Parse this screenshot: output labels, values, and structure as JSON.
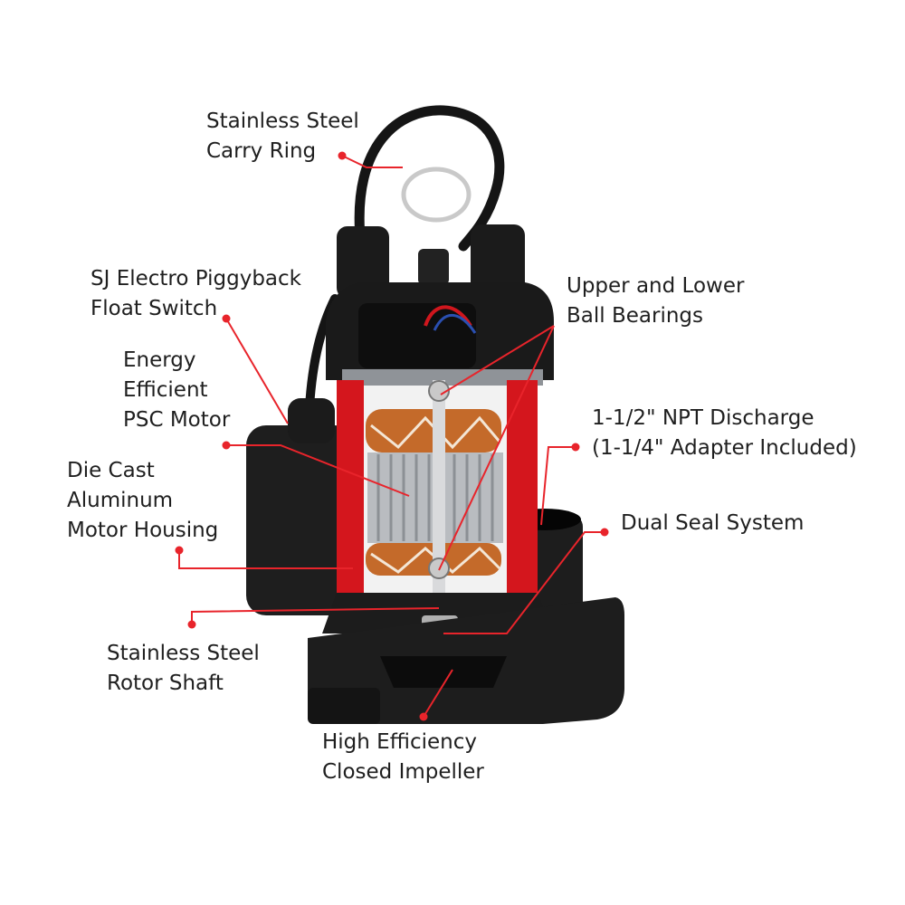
{
  "colors": {
    "leader": "#e8242b",
    "housing_red": "#d4161d",
    "plastic_black": "#1b1b1b",
    "stator_silver": "#b9bcc0",
    "copper": "#c46a2a"
  },
  "labels": {
    "carry_ring": [
      "Stainless Steel",
      "Carry Ring"
    ],
    "float_switch": [
      "SJ Electro Piggyback",
      "Float Switch"
    ],
    "motor": [
      "Energy",
      "Efficient",
      "PSC Motor"
    ],
    "housing": [
      "Die Cast",
      "Aluminum",
      "Motor Housing"
    ],
    "rotor_shaft": [
      "Stainless Steel",
      "Rotor Shaft"
    ],
    "impeller": [
      "High Efficiency",
      "Closed Impeller"
    ],
    "bearings": [
      "Upper and Lower",
      "Ball Bearings"
    ],
    "discharge": [
      "1-1/2\" NPT Discharge",
      "(1-1/4\" Adapter Included)"
    ],
    "seal": [
      "Dual Seal System"
    ]
  }
}
